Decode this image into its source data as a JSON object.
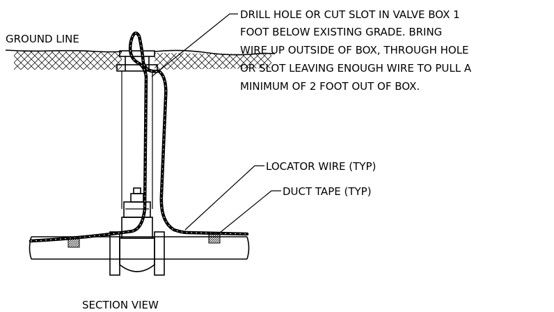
{
  "labels": {
    "ground_line": "GROUND LINE",
    "note_lines": [
      "DRILL HOLE OR CUT SLOT IN VALVE BOX 1",
      "FOOT BELOW EXISTING GRADE.  BRING",
      "WIRE UP OUTSIDE OF BOX, THROUGH HOLE",
      "OR SLOT LEAVING ENOUGH WIRE TO PULL A",
      "MINIMUM OF 2 FOOT OUT OF BOX."
    ],
    "locator_wire": "LOCATOR WIRE (TYP)",
    "duct_tape": "DUCT TAPE (TYP)",
    "caption": "SECTION VIEW"
  }
}
